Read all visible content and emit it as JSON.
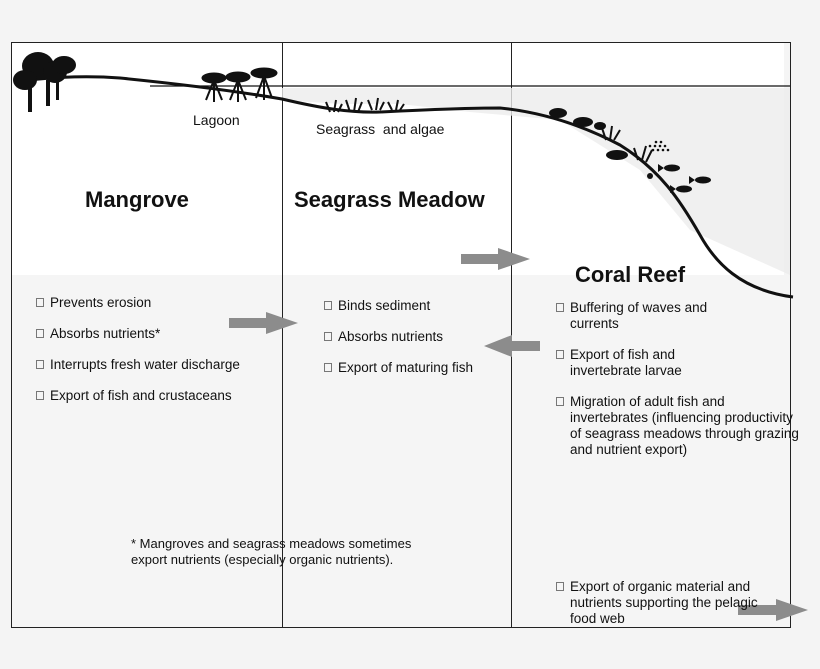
{
  "scene_labels": {
    "lagoon": "Lagoon",
    "seagrass_algae": "Seagrass  and algae"
  },
  "headings": {
    "mangrove": "Mangrove",
    "seagrass": "Seagrass Meadow",
    "coral": "Coral Reef"
  },
  "mangrove_items": [
    "Prevents erosion",
    "Absorbs nutrients*",
    "Interrupts fresh water discharge",
    "Export of fish and crustaceans"
  ],
  "seagrass_items": [
    "Binds sediment",
    "Absorbs nutrients",
    "Export of maturing fish"
  ],
  "coral_items": [
    "Buffering of waves and currents",
    "Export of fish and invertebrate larvae",
    "Migration of adult fish and invertebrates (influencing productivity of seagrass meadows through grazing and nutrient export)"
  ],
  "coral_bottom_item": "Export of organic material and nutrients supporting the pelagic food web",
  "footnote": "* Mangroves and seagrass meadows sometimes export nutrients (especially organic nutrients).",
  "colors": {
    "arrow": "#8c8c8c",
    "line": "#111111"
  }
}
